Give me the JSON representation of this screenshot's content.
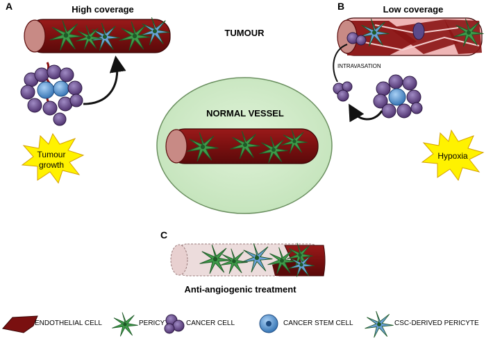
{
  "panels": {
    "a": {
      "letter": "A",
      "title": "High coverage",
      "burst_line1": "Tumour",
      "burst_line2": "growth"
    },
    "b": {
      "letter": "B",
      "title": "Low coverage",
      "step_label": "INTRAVASATION",
      "burst_label": "Hypoxia"
    },
    "c": {
      "letter": "C",
      "caption": "Anti-angiogenic treatment"
    },
    "center": {
      "region_label": "TUMOUR",
      "vessel_label": "NORMAL VESSEL"
    }
  },
  "legend": {
    "endothelial": "ENDOTHELIAL CELL",
    "pericyte": "PERICYTE",
    "cancer": "CANCER CELL",
    "stem": "CANCER STEM CELL",
    "csc_pericyte": "CSC-DERIVED PERICYTE"
  },
  "colors": {
    "vessel": "#7a1010",
    "vessel_end": "#c88a85",
    "pericyte": "#3f9b4a",
    "csc_pericyte": "#6b9fd8",
    "cancer_cell": "#5b3a7a",
    "stem_cell": "#4f8fd0",
    "normal_region": "#cfe9c7",
    "burst": "#fff200"
  }
}
